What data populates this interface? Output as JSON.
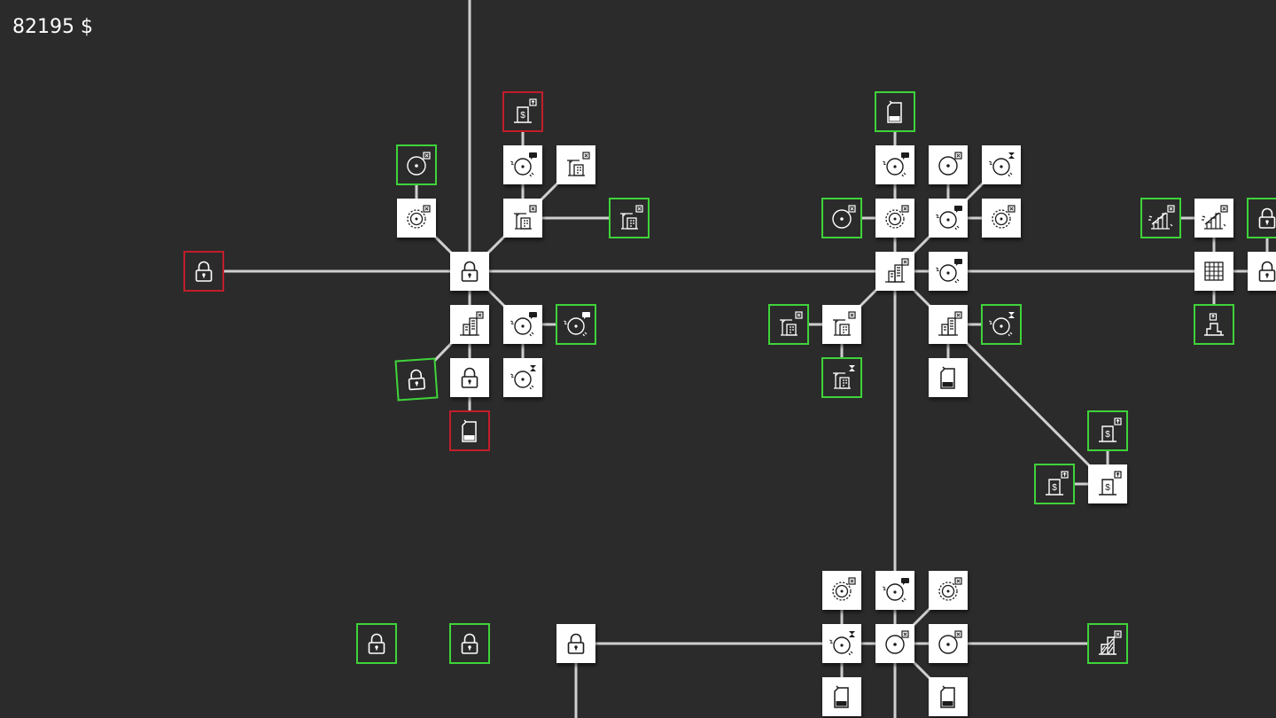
{
  "hud": {
    "money": "82195 $"
  },
  "colors": {
    "background": "#2b2b2b",
    "connector": "#cfcfcf",
    "purchased": "#ffffff",
    "available": "#3fd33a",
    "locked": "#c21d2b"
  },
  "tree": {
    "nodes": [
      {
        "id": "lockA-root",
        "icon": "lock-icon",
        "state": "purchased"
      },
      {
        "id": "lockA-west",
        "icon": "lock-icon",
        "state": "locked"
      },
      {
        "id": "lockA-ring-n",
        "icon": "ring-icon",
        "state": "purchased"
      },
      {
        "id": "lockA-target-n",
        "icon": "target-icon",
        "state": "available"
      },
      {
        "id": "lockA-building-n",
        "icon": "building-crane-icon",
        "state": "purchased"
      },
      {
        "id": "lockA-building-n2",
        "icon": "building-crane-icon",
        "state": "available"
      },
      {
        "id": "lockA-crane-ne",
        "icon": "building-crane-icon",
        "state": "purchased"
      },
      {
        "id": "lockA-radar-n",
        "icon": "radar-heart-icon",
        "state": "purchased"
      },
      {
        "id": "lockA-shop-n",
        "icon": "shop-dollar-icon",
        "state": "locked"
      },
      {
        "id": "lockA-office-s",
        "icon": "office-icon",
        "state": "purchased"
      },
      {
        "id": "lockA-radar-se",
        "icon": "radar-heart-icon",
        "state": "purchased"
      },
      {
        "id": "lockA-radar-se2",
        "icon": "radar-heart-icon",
        "state": "available"
      },
      {
        "id": "lockA-radar-timer",
        "icon": "radar-timer-icon",
        "state": "purchased"
      },
      {
        "id": "lockA-lock-s",
        "icon": "lock-icon",
        "state": "purchased"
      },
      {
        "id": "lockA-lock-sw",
        "icon": "lock-icon",
        "state": "available"
      },
      {
        "id": "lockA-fuel-s",
        "icon": "fuel-can-icon",
        "state": "locked"
      },
      {
        "id": "hubB-root",
        "icon": "office-icon",
        "state": "purchased"
      },
      {
        "id": "hubB-ring-n",
        "icon": "ring-icon",
        "state": "purchased"
      },
      {
        "id": "hubB-target-nw",
        "icon": "target-icon",
        "state": "available"
      },
      {
        "id": "hubB-radar-n",
        "icon": "radar-heart-icon",
        "state": "purchased"
      },
      {
        "id": "hubB-fuel-n",
        "icon": "fuel-can-icon",
        "state": "available"
      },
      {
        "id": "hubB-radar-ne",
        "icon": "radar-heart-icon",
        "state": "purchased"
      },
      {
        "id": "hubB-ring-ne",
        "icon": "ring-icon",
        "state": "purchased"
      },
      {
        "id": "hubB-target-ne",
        "icon": "target-icon",
        "state": "purchased"
      },
      {
        "id": "hubB-radar-timer-ne",
        "icon": "radar-timer-icon",
        "state": "purchased"
      },
      {
        "id": "hubB-radar-e",
        "icon": "radar-heart-icon",
        "state": "purchased"
      },
      {
        "id": "hubB-building-sw",
        "icon": "building-crane-icon",
        "state": "purchased"
      },
      {
        "id": "hubB-crane-sw",
        "icon": "building-crane-icon",
        "state": "available"
      },
      {
        "id": "hubB-crane-timer",
        "icon": "crane-timer-icon",
        "state": "available"
      },
      {
        "id": "hubB-office-se",
        "icon": "office-icon",
        "state": "purchased"
      },
      {
        "id": "hubB-radar-timer-se",
        "icon": "radar-timer-icon",
        "state": "available"
      },
      {
        "id": "hubB-fuel-se",
        "icon": "fuel-can-icon",
        "state": "purchased"
      },
      {
        "id": "hubB-shop",
        "icon": "shop-dollar-icon",
        "state": "purchased"
      },
      {
        "id": "hubB-shop-n",
        "icon": "shop-dollar-icon",
        "state": "available"
      },
      {
        "id": "hubB-shop-w",
        "icon": "shop-dollar-icon",
        "state": "available"
      },
      {
        "id": "gridC-root",
        "icon": "grid-icon",
        "state": "purchased"
      },
      {
        "id": "gridC-chart",
        "icon": "chart-icon",
        "state": "purchased"
      },
      {
        "id": "gridC-chart-w",
        "icon": "chart-icon",
        "state": "available"
      },
      {
        "id": "gridC-lock-ne",
        "icon": "lock-icon",
        "state": "available"
      },
      {
        "id": "gridC-lock-e",
        "icon": "lock-icon",
        "state": "purchased"
      },
      {
        "id": "gridC-podium",
        "icon": "podium-icon",
        "state": "available"
      },
      {
        "id": "lockD-lock",
        "icon": "lock-icon",
        "state": "available"
      },
      {
        "id": "lockE-lock",
        "icon": "lock-icon",
        "state": "available"
      },
      {
        "id": "hubF-lock",
        "icon": "lock-icon",
        "state": "purchased"
      },
      {
        "id": "hubF-root",
        "icon": "target-icon",
        "state": "purchased"
      },
      {
        "id": "hubF-radar-timer",
        "icon": "radar-timer-icon",
        "state": "purchased"
      },
      {
        "id": "hubF-ring-nw",
        "icon": "ring-icon",
        "state": "purchased"
      },
      {
        "id": "hubF-radar-n",
        "icon": "radar-heart-icon",
        "state": "purchased"
      },
      {
        "id": "hubF-ring-ne",
        "icon": "ring-icon",
        "state": "purchased"
      },
      {
        "id": "hubF-target-e",
        "icon": "target-icon",
        "state": "purchased"
      },
      {
        "id": "hubF-fuel-sw",
        "icon": "fuel-can-icon",
        "state": "purchased"
      },
      {
        "id": "hubF-fuel-se",
        "icon": "fuel-can-icon",
        "state": "purchased"
      },
      {
        "id": "hubF-hatched",
        "icon": "hatched-building-icon",
        "state": "available"
      }
    ]
  }
}
